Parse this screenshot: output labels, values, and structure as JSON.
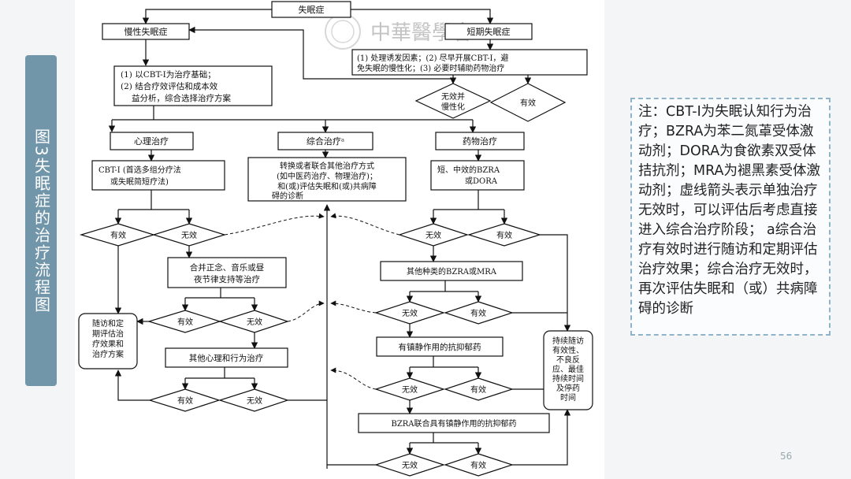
{
  "side_title": "图3失眠症的治疗流程图",
  "note": "注：CBT-I为失眠认知行为治疗；BZRA为苯二氮䓬受体激动剂；DORA为食欲素双受体拮抗剂；MRA为褪黑素受体激动剂；虚线箭头表示单独治疗无效时，可以评估后考虑直接进入综合治疗阶段； a综合治疗有效时进行随访和定期评估治疗效果；综合治疗无效时，再次评估失眠和（或）共病障碍的诊断",
  "page_number": "56",
  "watermark": "中華醫學會",
  "flow": {
    "root": "失眠症",
    "chronic": "慢性失眠症",
    "short": "短期失眠症",
    "chronic_plan": [
      "(1) 以CBT-I为治疗基础；",
      "(2) 结合疗效评估和成本效",
      "益分析，综合选择治疗方案"
    ],
    "short_plan": [
      "(1) 处理诱发因素；(2) 尽早开展CBT-I，避",
      "免失眠的慢性化；(3) 必要时辅助药物治疗"
    ],
    "short_fail": [
      "无效并",
      "慢性化"
    ],
    "effective": "有效",
    "ineffective": "无效",
    "psych": "心理治疗",
    "combined": "综合治疗ᵃ",
    "drug": "药物治疗",
    "psych_detail": [
      "CBT-I (首选多组分疗法",
      "或失眠简短疗法)"
    ],
    "combined_detail": [
      "转换或者联合其他治疗方式",
      "(如中医药治疗、物理治疗)；",
      "和(或)评估失眠和(或)共病障",
      "碍的诊断"
    ],
    "drug_detail": [
      "短、中效的BZRA",
      "或DORA"
    ],
    "mindfulness": [
      "合并正念、音乐或昼",
      "夜节律支持等治疗"
    ],
    "other_psych": "其他心理和行为治疗",
    "other_bzra": "其他种类的BZRA或MRA",
    "antidepressant": "有镇静作用的抗抑郁药",
    "bzra_combo": "BZRA联合具有镇静作用的抗抑郁药",
    "followup_left": [
      "随访和定",
      "期评估治",
      "疗效果和",
      "治疗方案"
    ],
    "followup_right": [
      "持续随访",
      "有效性、",
      "不良反",
      "应、最佳",
      "持续时间",
      "及停药",
      "时间"
    ]
  }
}
